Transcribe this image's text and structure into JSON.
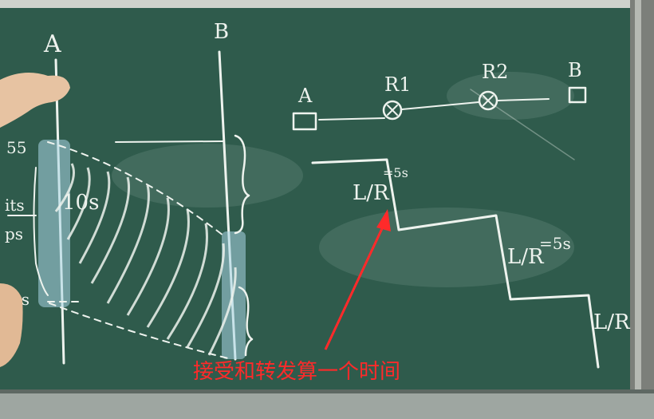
{
  "board_labels": {
    "left_A": "A",
    "left_B": "B",
    "left_55_top": "55",
    "left_its": "its",
    "left_ps": "ps",
    "left_10s": "10s",
    "left_5s_bottom": "5s",
    "right_A": "A",
    "right_R1": "R1",
    "right_R2": "R2",
    "right_B": "B",
    "step1": "L/R",
    "step1_note": "=5s",
    "step2": "L/R",
    "step2_note": "=5s",
    "step3": "L/R"
  },
  "caption": "接受和转发算一个时间",
  "colors": {
    "board": "#2f5b4c",
    "chalk": "#eef3ee",
    "tray": "#9aa29d",
    "frame": "#6d6f6a",
    "caption": "#ff2a2a"
  }
}
